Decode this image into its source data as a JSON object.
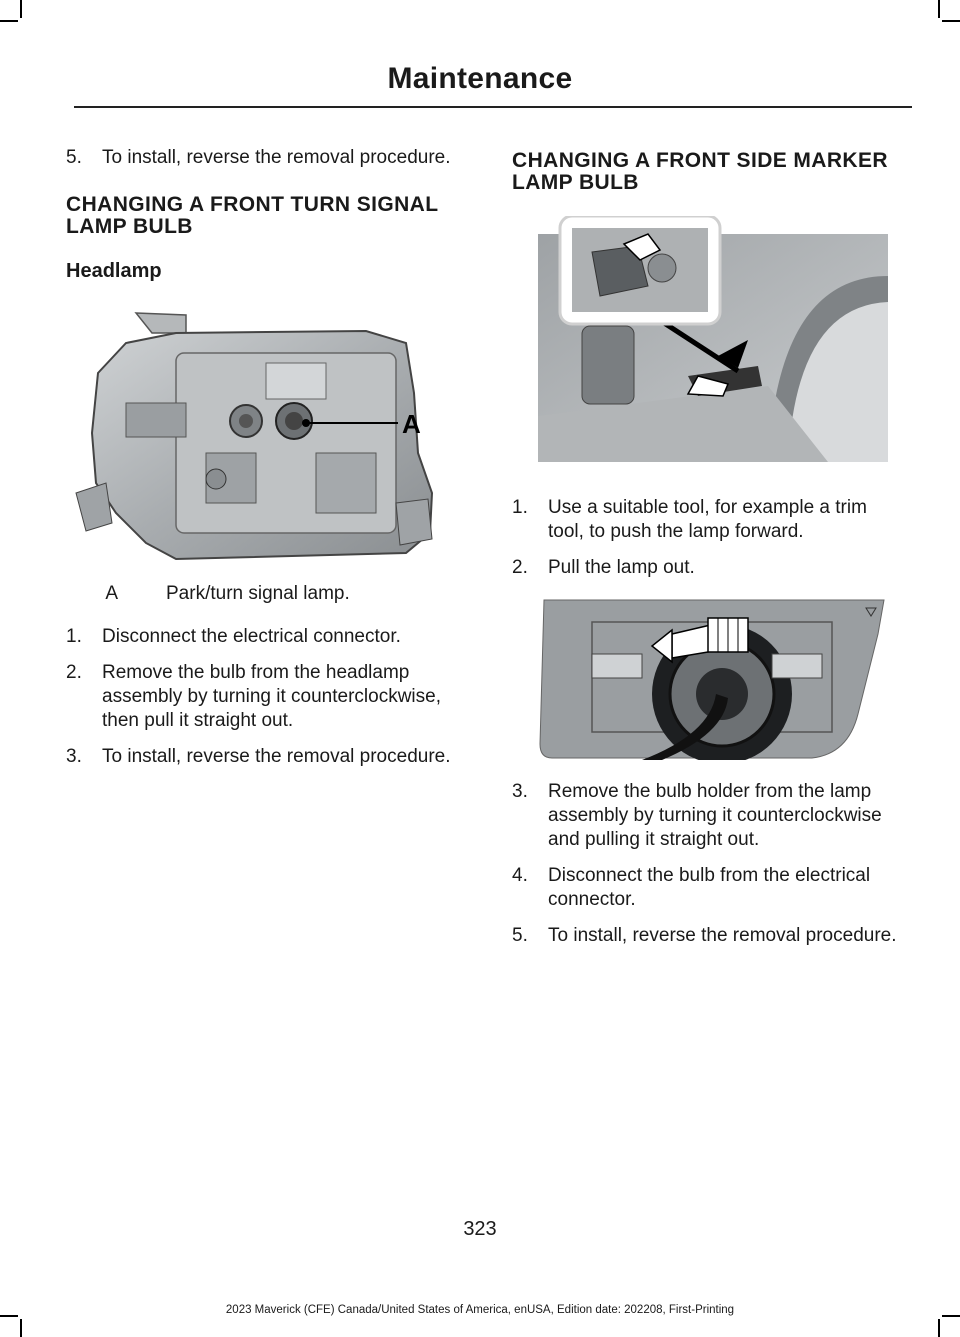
{
  "header": {
    "title": "Maintenance"
  },
  "left": {
    "intro_step": {
      "num": "5.",
      "text": "To install, reverse the removal procedure."
    },
    "section_title": "CHANGING A FRONT TURN SIGNAL LAMP BULB",
    "sub_title": "Headlamp",
    "figure_callout": "A",
    "legend": {
      "key": "A",
      "value": "Park/turn signal lamp."
    },
    "steps": [
      {
        "num": "1.",
        "text": "Disconnect the electrical connector."
      },
      {
        "num": "2.",
        "text": "Remove the bulb from the headlamp assembly by turning it counterclockwise, then pull it straight out."
      },
      {
        "num": "3.",
        "text": "To install, reverse the removal procedure."
      }
    ]
  },
  "right": {
    "section_title": "CHANGING A FRONT SIDE MARKER LAMP BULB",
    "steps_a": [
      {
        "num": "1.",
        "text": "Use a suitable tool, for example a trim tool, to push the lamp forward."
      },
      {
        "num": "2.",
        "text": "Pull the lamp out."
      }
    ],
    "steps_b": [
      {
        "num": "3.",
        "text": "Remove the bulb holder from the lamp assembly by turning it counterclockwise and pulling it straight out."
      },
      {
        "num": "4.",
        "text": "Disconnect the bulb from the electrical connector."
      },
      {
        "num": "5.",
        "text": "To install, reverse the removal procedure."
      }
    ]
  },
  "footer": {
    "page_number": "323",
    "info": "2023 Maverick (CFE) Canada/United States of America, enUSA, Edition date: 202208, First-Printing"
  }
}
